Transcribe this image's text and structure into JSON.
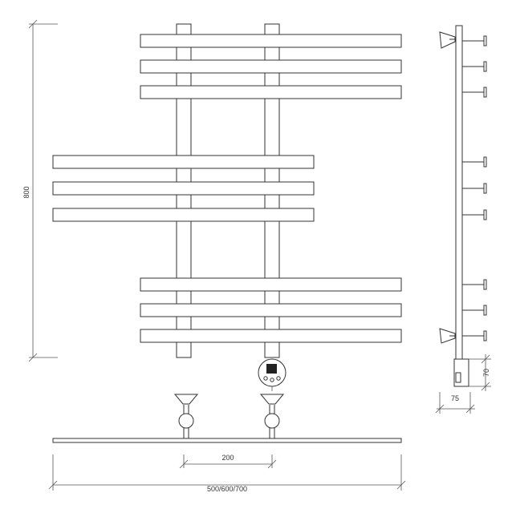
{
  "dimensions": {
    "height": "800",
    "spacing": "200",
    "width": "500/600/700",
    "depth": "75",
    "valve_height": "70"
  },
  "colors": {
    "line": "#333333",
    "background": "#ffffff",
    "display": "#222222"
  }
}
